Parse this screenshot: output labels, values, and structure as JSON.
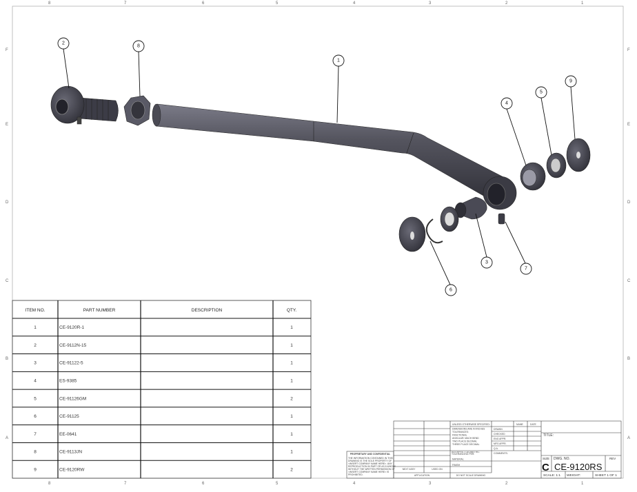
{
  "sheet": {
    "zones_columns": [
      "8",
      "7",
      "6",
      "5",
      "4",
      "3",
      "2",
      "1"
    ],
    "zones_rows": [
      "F",
      "E",
      "D",
      "C",
      "B",
      "A"
    ]
  },
  "balloons": [
    {
      "item": "1"
    },
    {
      "item": "2"
    },
    {
      "item": "8"
    },
    {
      "item": "4"
    },
    {
      "item": "5"
    },
    {
      "item": "9"
    },
    {
      "item": "3"
    },
    {
      "item": "7"
    },
    {
      "item": "6"
    }
  ],
  "bom": {
    "headers": [
      "ITEM NO.",
      "PART NUMBER",
      "DESCRIPTION",
      "QTY."
    ],
    "rows": [
      {
        "item": "1",
        "part": "CE-9120R-1",
        "description": "",
        "qty": "1"
      },
      {
        "item": "2",
        "part": "CE-9112N-15",
        "description": "",
        "qty": "1"
      },
      {
        "item": "3",
        "part": "CE-91122-5",
        "description": "",
        "qty": "1"
      },
      {
        "item": "4",
        "part": "ES-9385",
        "description": "",
        "qty": "1"
      },
      {
        "item": "5",
        "part": "CE-91126GM",
        "description": "",
        "qty": "2"
      },
      {
        "item": "6",
        "part": "CE-91125",
        "description": "",
        "qty": "1"
      },
      {
        "item": "7",
        "part": "EE-0641",
        "description": "",
        "qty": "1"
      },
      {
        "item": "8",
        "part": "CE-9113JN",
        "description": "",
        "qty": "1"
      },
      {
        "item": "9",
        "part": "CE-9120RW",
        "description": "",
        "qty": "2"
      }
    ]
  },
  "title_block": {
    "unless": "UNLESS OTHERWISE SPECIFIED:",
    "name": "NAME",
    "date": "DATE",
    "dims": "DIMENSIONS ARE IN INCHES",
    "tolerances": "TOLERANCES:",
    "fractional": "FRACTIONAL",
    "angular": "ANGULAR: MACH    BEND",
    "two_place": "TWO PLACE DECIMAL",
    "three_place": "THREE PLACE DECIMAL",
    "interpret": "INTERPRET GEOMETRIC TOLERANCING PER:",
    "material": "MATERIAL",
    "finish": "FINISH",
    "do_not_scale": "DO NOT SCALE DRAWING",
    "drawn": "DRAWN",
    "checked": "CHECKED",
    "eng_appr": "ENG APPR.",
    "mfg_appr": "MFG APPR.",
    "qa": "Q.A.",
    "comments": "COMMENTS:",
    "title_label": "TITLE:",
    "next_assy": "NEXT ASSY",
    "used_on": "USED ON",
    "application": "APPLICATION",
    "proprietary_title": "PROPRIETARY AND CONFIDENTIAL",
    "proprietary_lines": [
      "THE INFORMATION CONTAINED IN THIS",
      "DRAWING IS THE SOLE PROPERTY OF",
      "<INSERT COMPANY NAME HERE>. ANY",
      "REPRODUCTION IN PART OR AS A WHOLE",
      "WITHOUT THE WRITTEN PERMISSION OF",
      "<INSERT COMPANY NAME HERE> IS",
      "PROHIBITED."
    ],
    "size_label": "SIZE",
    "size": "C",
    "dwg_no_label": "DWG.  NO.",
    "dwg_no": "CE-9120RS",
    "rev_label": "REV",
    "scale": "SCALE: 1:1",
    "weight": "WEIGHT:",
    "sheet": "SHEET 1 OF 1"
  },
  "colors": {
    "part_dark": "#3f3f48",
    "part_mid": "#5a5a66",
    "part_light": "#8a8a96",
    "line": "#111111"
  }
}
